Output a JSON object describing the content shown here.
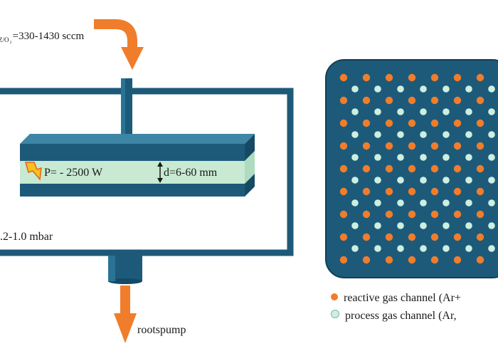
{
  "labels": {
    "gas_flow_prefix": "Z/O",
    "gas_flow_subscript": "₂",
    "gas_flow_value": "=330-1430 sccm",
    "power": "P= - 2500 W",
    "gap": "d=6-60 mm",
    "pressure": ".2-1.0 mbar",
    "pump": "rootspump"
  },
  "legend": [
    {
      "text": "reactive gas channel (Ar+",
      "color": "#f07d2b"
    },
    {
      "text": "process gas channel (Ar,",
      "color": "#ccefe0"
    }
  ],
  "colors": {
    "chamber": "#1d5a7a",
    "electrode_top": "#2a7394",
    "plasma": "#c8ead2",
    "arrow": "#f07d2b",
    "showerhead_bg": "#1d5a7a",
    "reactive_dot": "#f07d2b",
    "process_dot": "#ccefe0"
  },
  "icons": [
    "gas-inlet-arrow",
    "pump-outlet-arrow",
    "lightning-icon",
    "double-arrow-icon"
  ]
}
